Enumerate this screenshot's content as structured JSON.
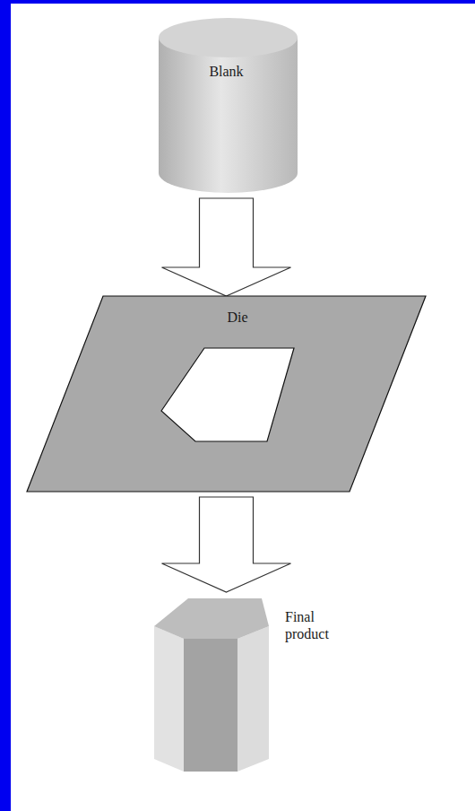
{
  "diagram": {
    "nodes": [
      {
        "text": [
          "Blank"
        ]
      },
      {
        "text": [
          "Die"
        ]
      },
      {
        "text": [
          "Final product"
        ]
      }
    ],
    "edges": [
      {
        "from": 0,
        "to": 1,
        "arrow": "to"
      },
      {
        "from": 1,
        "to": 2,
        "arrow": "to"
      }
    ]
  }
}
